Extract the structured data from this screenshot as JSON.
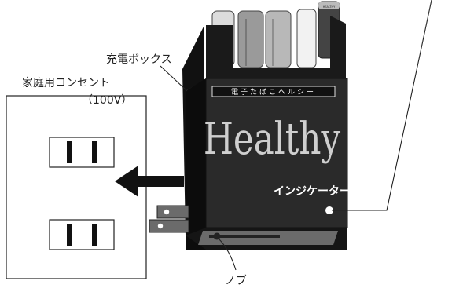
{
  "labels": {
    "charging_box": "充電ボックス",
    "outlet": "家庭用コンセント",
    "voltage": "（100V）",
    "indicator": "インジケーター",
    "knob": "ノブ"
  },
  "device": {
    "subtitle": "電子たばこヘルシー",
    "brand": "Healthy",
    "cartridge_tag": "HEALTHY"
  },
  "colors": {
    "box_body": "#1c1c1c",
    "box_face": "#2a2a2a",
    "brand_text": "#cfcfcf",
    "outline": "#111111"
  }
}
